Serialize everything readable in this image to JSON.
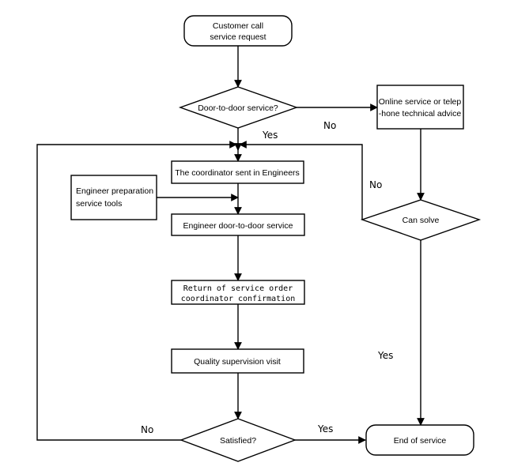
{
  "nodes": {
    "start": {
      "lines": [
        "Customer call",
        "service request"
      ]
    },
    "door_decision": {
      "lines": [
        "Door-to-door service?"
      ]
    },
    "online": {
      "lines": [
        "Online service or telep",
        "-hone technical advice"
      ]
    },
    "coordinator": {
      "lines": [
        "The coordinator sent in Engineers"
      ]
    },
    "prep": {
      "lines": [
        "Engineer preparation",
        "service tools"
      ]
    },
    "engineer": {
      "lines": [
        "Engineer door-to-door service"
      ]
    },
    "can_solve": {
      "lines": [
        "Can solve"
      ]
    },
    "return_order": {
      "lines": [
        "Return of service order",
        "coordinator confirmation"
      ]
    },
    "quality": {
      "lines": [
        "Quality supervision visit"
      ]
    },
    "satisfied": {
      "lines": [
        "Satisfied?"
      ]
    },
    "end": {
      "lines": [
        "End of service"
      ]
    }
  },
  "edge_labels": {
    "door_no": "No",
    "door_yes": "Yes",
    "solve_no": "No",
    "solve_yes": "Yes",
    "satisfied_no": "No",
    "satisfied_yes": "Yes"
  }
}
